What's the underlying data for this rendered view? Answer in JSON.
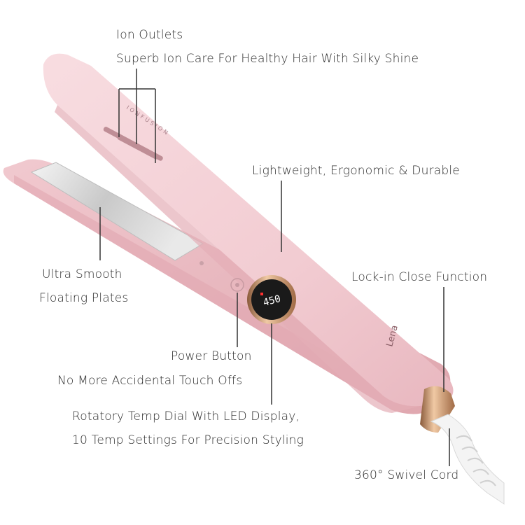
{
  "brand": {
    "plate_engraving": "IONFUSION",
    "handle_logo": "Lena"
  },
  "display": {
    "temperature": "450"
  },
  "colors": {
    "body": "#f3cfd4",
    "body_shadow": "#e2aab2",
    "plate": "#dcdcdc",
    "dial_ring": "#b9835f",
    "cord": "#f4f4f4",
    "leader_line": "#333333"
  },
  "callouts": {
    "ion_outlets_title": "Ion Outlets",
    "ion_outlets_desc": "Superb Ion Care For Healthy Hair With Silky Shine",
    "lightweight": "Lightweight, Ergonomic & Durable",
    "plates_line1": "Ultra Smooth",
    "plates_line2": "Floating Plates",
    "lock": "Lock-in Close Function",
    "power_title": "Power Button",
    "power_desc": "No More Accidental Touch Offs",
    "dial_line1": "Rotatory Temp Dial With LED Display,",
    "dial_line2": "10 Temp Settings For Precision Styling",
    "cord": "360° Swivel Cord"
  }
}
